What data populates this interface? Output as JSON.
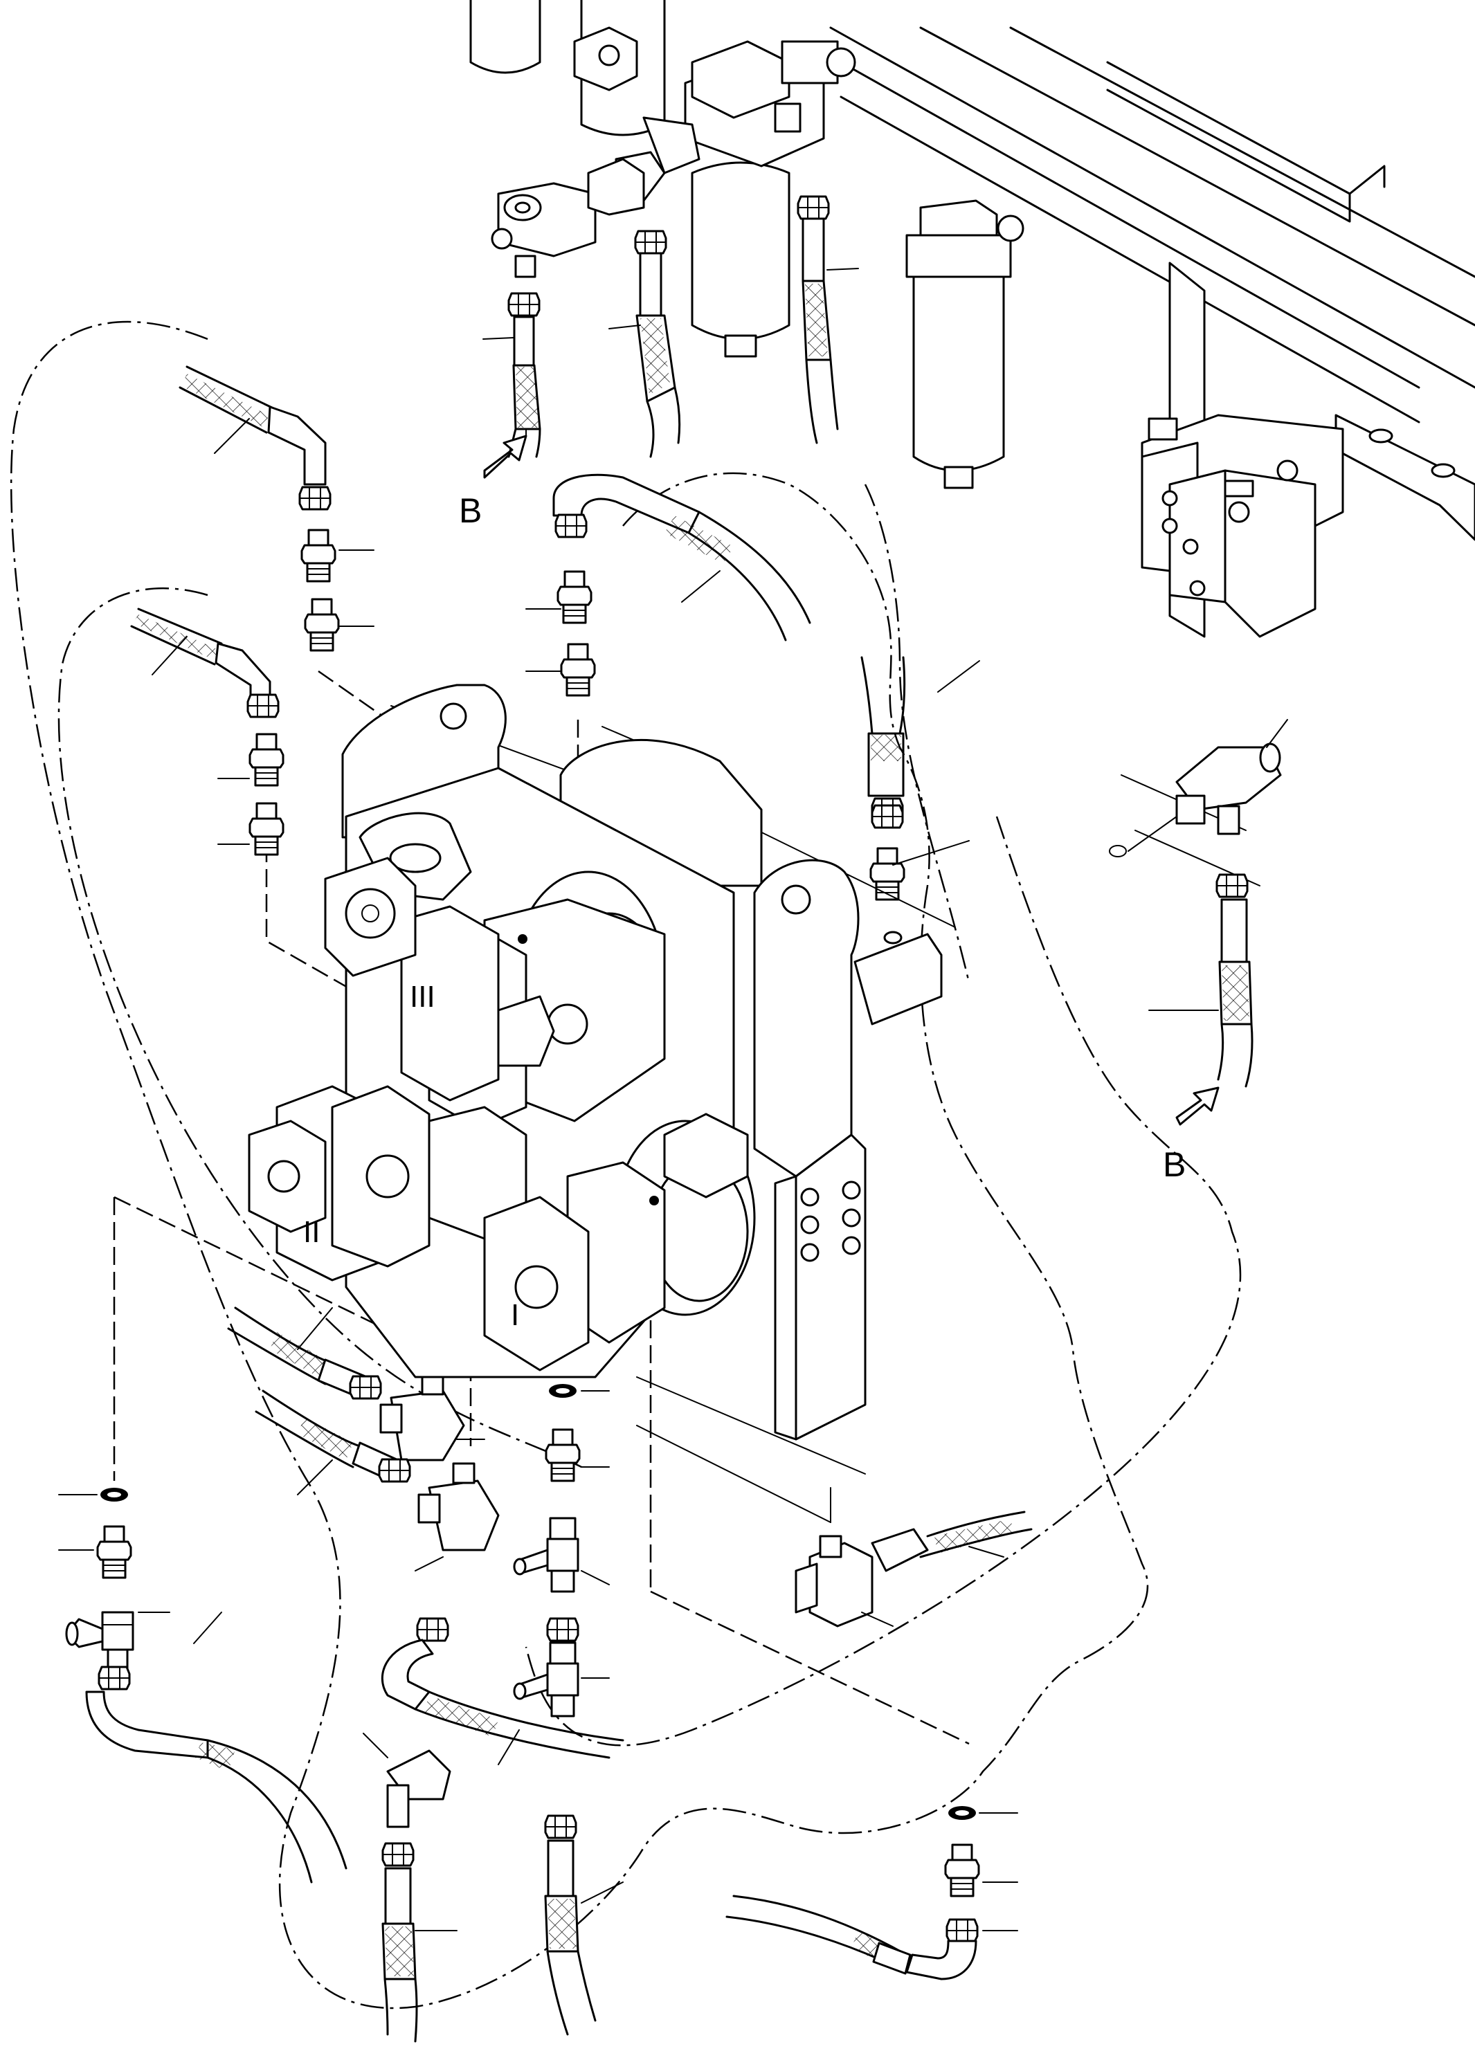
{
  "view_labels": {
    "left_arrow": "B",
    "right_arrow": "B"
  },
  "pump_sections": {
    "section_1": "I",
    "section_2": "II",
    "section_3": "III"
  }
}
